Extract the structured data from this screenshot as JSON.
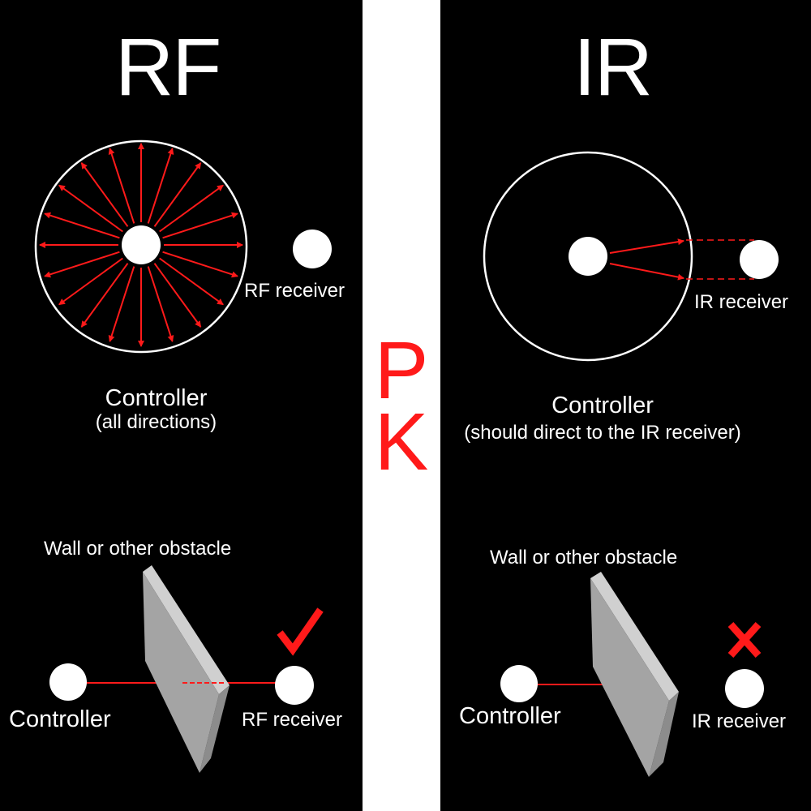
{
  "colors": {
    "background": "#000000",
    "divider": "#ffffff",
    "accent": "#ff1a1a",
    "obstacle": "#a4a4a4"
  },
  "rf_panel": {
    "title": "RF",
    "receiver_label": "RF receiver",
    "controller_label": "Controller",
    "controller_note": "(all directions)",
    "obstacle_label": "Wall or other obstacle",
    "bottom_controller_label": "Controller",
    "bottom_receiver_label": "RF receiver",
    "result_icon": "checkmark-icon"
  },
  "center": {
    "letter_1": "P",
    "letter_2": "K"
  },
  "ir_panel": {
    "title": "IR",
    "receiver_label": "IR receiver",
    "controller_label": "Controller",
    "controller_note": "(should direct to the IR receiver)",
    "obstacle_label": "Wall or other obstacle",
    "bottom_controller_label": "Controller",
    "bottom_receiver_label": "IR receiver",
    "result_icon": "cross-icon"
  }
}
